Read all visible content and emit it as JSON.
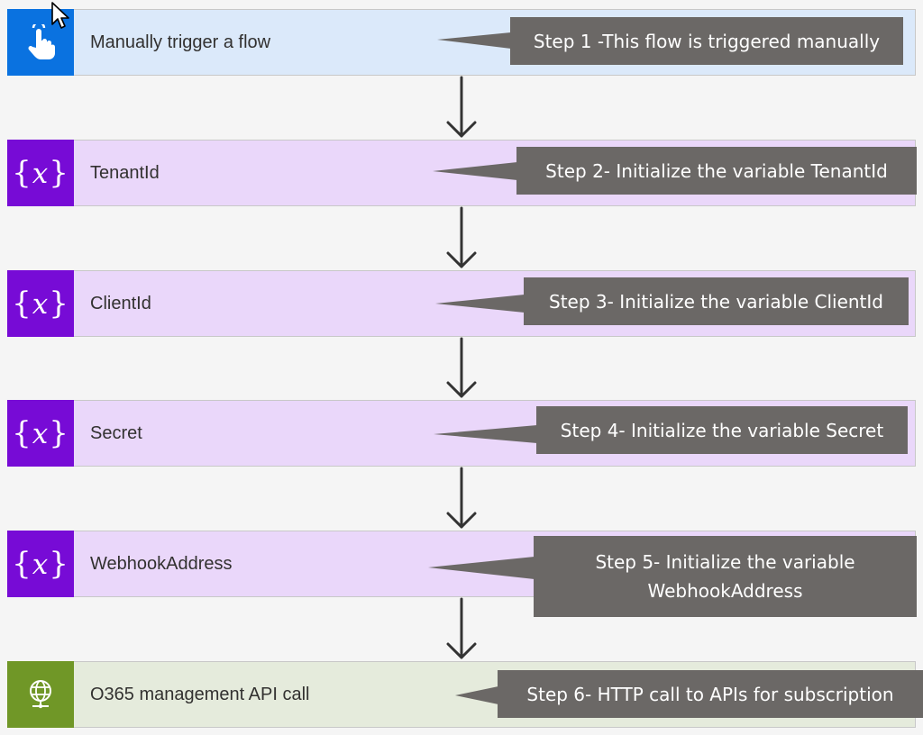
{
  "steps": [
    {
      "title": "Manually trigger a flow",
      "kind": "trigger",
      "icon": "touch-hand-icon"
    },
    {
      "title": "TenantId",
      "kind": "variable",
      "icon": "variable-icon"
    },
    {
      "title": "ClientId",
      "kind": "variable",
      "icon": "variable-icon"
    },
    {
      "title": "Secret",
      "kind": "variable",
      "icon": "variable-icon"
    },
    {
      "title": "WebhookAddress",
      "kind": "variable",
      "icon": "variable-icon"
    },
    {
      "title": "O365 management API call",
      "kind": "http",
      "icon": "globe-icon"
    }
  ],
  "callouts": [
    "Step 1 -This flow is triggered manually",
    "Step 2- Initialize the variable TenantId",
    "Step 3- Initialize the variable ClientId",
    "Step 4- Initialize the variable Secret",
    "Step 5- Initialize the variable\nWebhookAddress",
    "Step 6- HTTP call to APIs for subscription"
  ],
  "colors": {
    "trigger_accent": "#0a72e0",
    "trigger_bg": "#dbe9fa",
    "variable_accent": "#770bd6",
    "variable_bg": "#ead7fa",
    "http_accent": "#709727",
    "http_bg": "#e5ebdc",
    "callout_bg": "#6b6866"
  }
}
